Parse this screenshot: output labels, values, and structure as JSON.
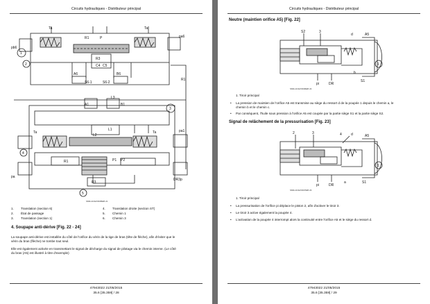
{
  "left": {
    "header": "Circuits hydrauliques - Distributeur principal",
    "figure": {
      "labels": {
        "ta1": "Ta",
        "r1a": "R1",
        "p": "P",
        "ta2": "Ta",
        "pb6": "pb6",
        "pa6": "pa6",
        "r3": "R3",
        "c4": "C4",
        "c5": "C5",
        "a6": "A6",
        "s6_1": "S6-1",
        "s6_2": "S6-2",
        "b6": "B6",
        "r1b": "R1",
        "a1": "A1",
        "l3": "L3",
        "b1": "B1",
        "l1": "L1",
        "l2": "L2",
        "ta3": "Ta",
        "ta4": "Ta",
        "pa1": "pa1",
        "r1c": "R1",
        "p1": "P1",
        "p2": "P2",
        "dr3p": "DR3p",
        "pa": "pa",
        "r3b": "R3",
        "c1": "1",
        "c2": "2",
        "c3": "3",
        "c4n": "4",
        "c5n": "5"
      },
      "caption": "SMIL14CEX3905EB    21"
    },
    "legend": [
      {
        "num": "1.",
        "text": "Translation (section 6)"
      },
      {
        "num": "4.",
        "text": "Translation droite (section ST)"
      },
      {
        "num": "2.",
        "text": "État de passage"
      },
      {
        "num": "5.",
        "text": "Chemin 1"
      },
      {
        "num": "3.",
        "text": "Translation (section 1)"
      },
      {
        "num": "6.",
        "text": "Chemin 3"
      }
    ],
    "section_title": "4. Soupape anti-dérive [Fig. 22 - 24]",
    "para1": [
      "La soupape anti-dérive est installée du côté de l'orifice du vérin de la tige de bras (tête de flèche), afin d'éviter que le",
      "vérin du bras (flèche) ne tombe tout seul."
    ],
    "para2": [
      "Elle est également activée en transmettant le signal de décharge du signal de pilotage via le chemin interne. (Le côté",
      "du bras (A5) est illustré à titre d'exemple)"
    ],
    "footer": [
      "47943022 21/05/2015",
      "35.6 [35.359] / 28"
    ]
  },
  "right": {
    "header": "Circuits hydrauliques - Distributeur principal",
    "title1": "Neutre (maintien orifice A5) [Fig. 22]",
    "fig1": {
      "labels": {
        "s2": "S2",
        "c3": "3",
        "d": "d",
        "a5": "A5",
        "c1": "1",
        "b": "b",
        "s1": "S1",
        "pi": "pi",
        "dr": "DR"
      },
      "caption": "SMIL14CEX3906EB    22"
    },
    "item1": "1.   Tiroir principal",
    "bullets1": [
      [
        "La pression de maintien de l'orifice A5 est transmise au siège du ressort d de la poupée 1 depuis le chemin a, le",
        "chemin b et le chemin c."
      ],
      [
        "Par conséquent, l'huile sous pression à l'orifice A5 est coupée par la partie siège S1 et la partie siège S2."
      ]
    ],
    "title2": "Signal de relâchement de la pressurisation [Fig. 23]",
    "fig2": {
      "labels": {
        "c2": "2",
        "c3": "3",
        "d": "d",
        "a5": "A5",
        "c4": "4",
        "c1": "1",
        "s1": "S1",
        "pi": "pi",
        "dr": "DR",
        "a": "a"
      },
      "caption": "SMIL14CEX3907EB    23"
    },
    "item2": "1.   Tiroir principal",
    "bullets2": [
      [
        "La pressurisation de l'orifice pi déplace le piston 2, afin d'activer le tiroir 3."
      ],
      [
        "Le tiroir 3 active également la poupée 4."
      ],
      [
        "L'activation de la poupée 4 interrompt alors la continuité entre l'orifice A5 et le siège du ressort d."
      ]
    ],
    "footer": [
      "47943022 21/05/2015",
      "35.6 [35.359] / 29"
    ]
  }
}
